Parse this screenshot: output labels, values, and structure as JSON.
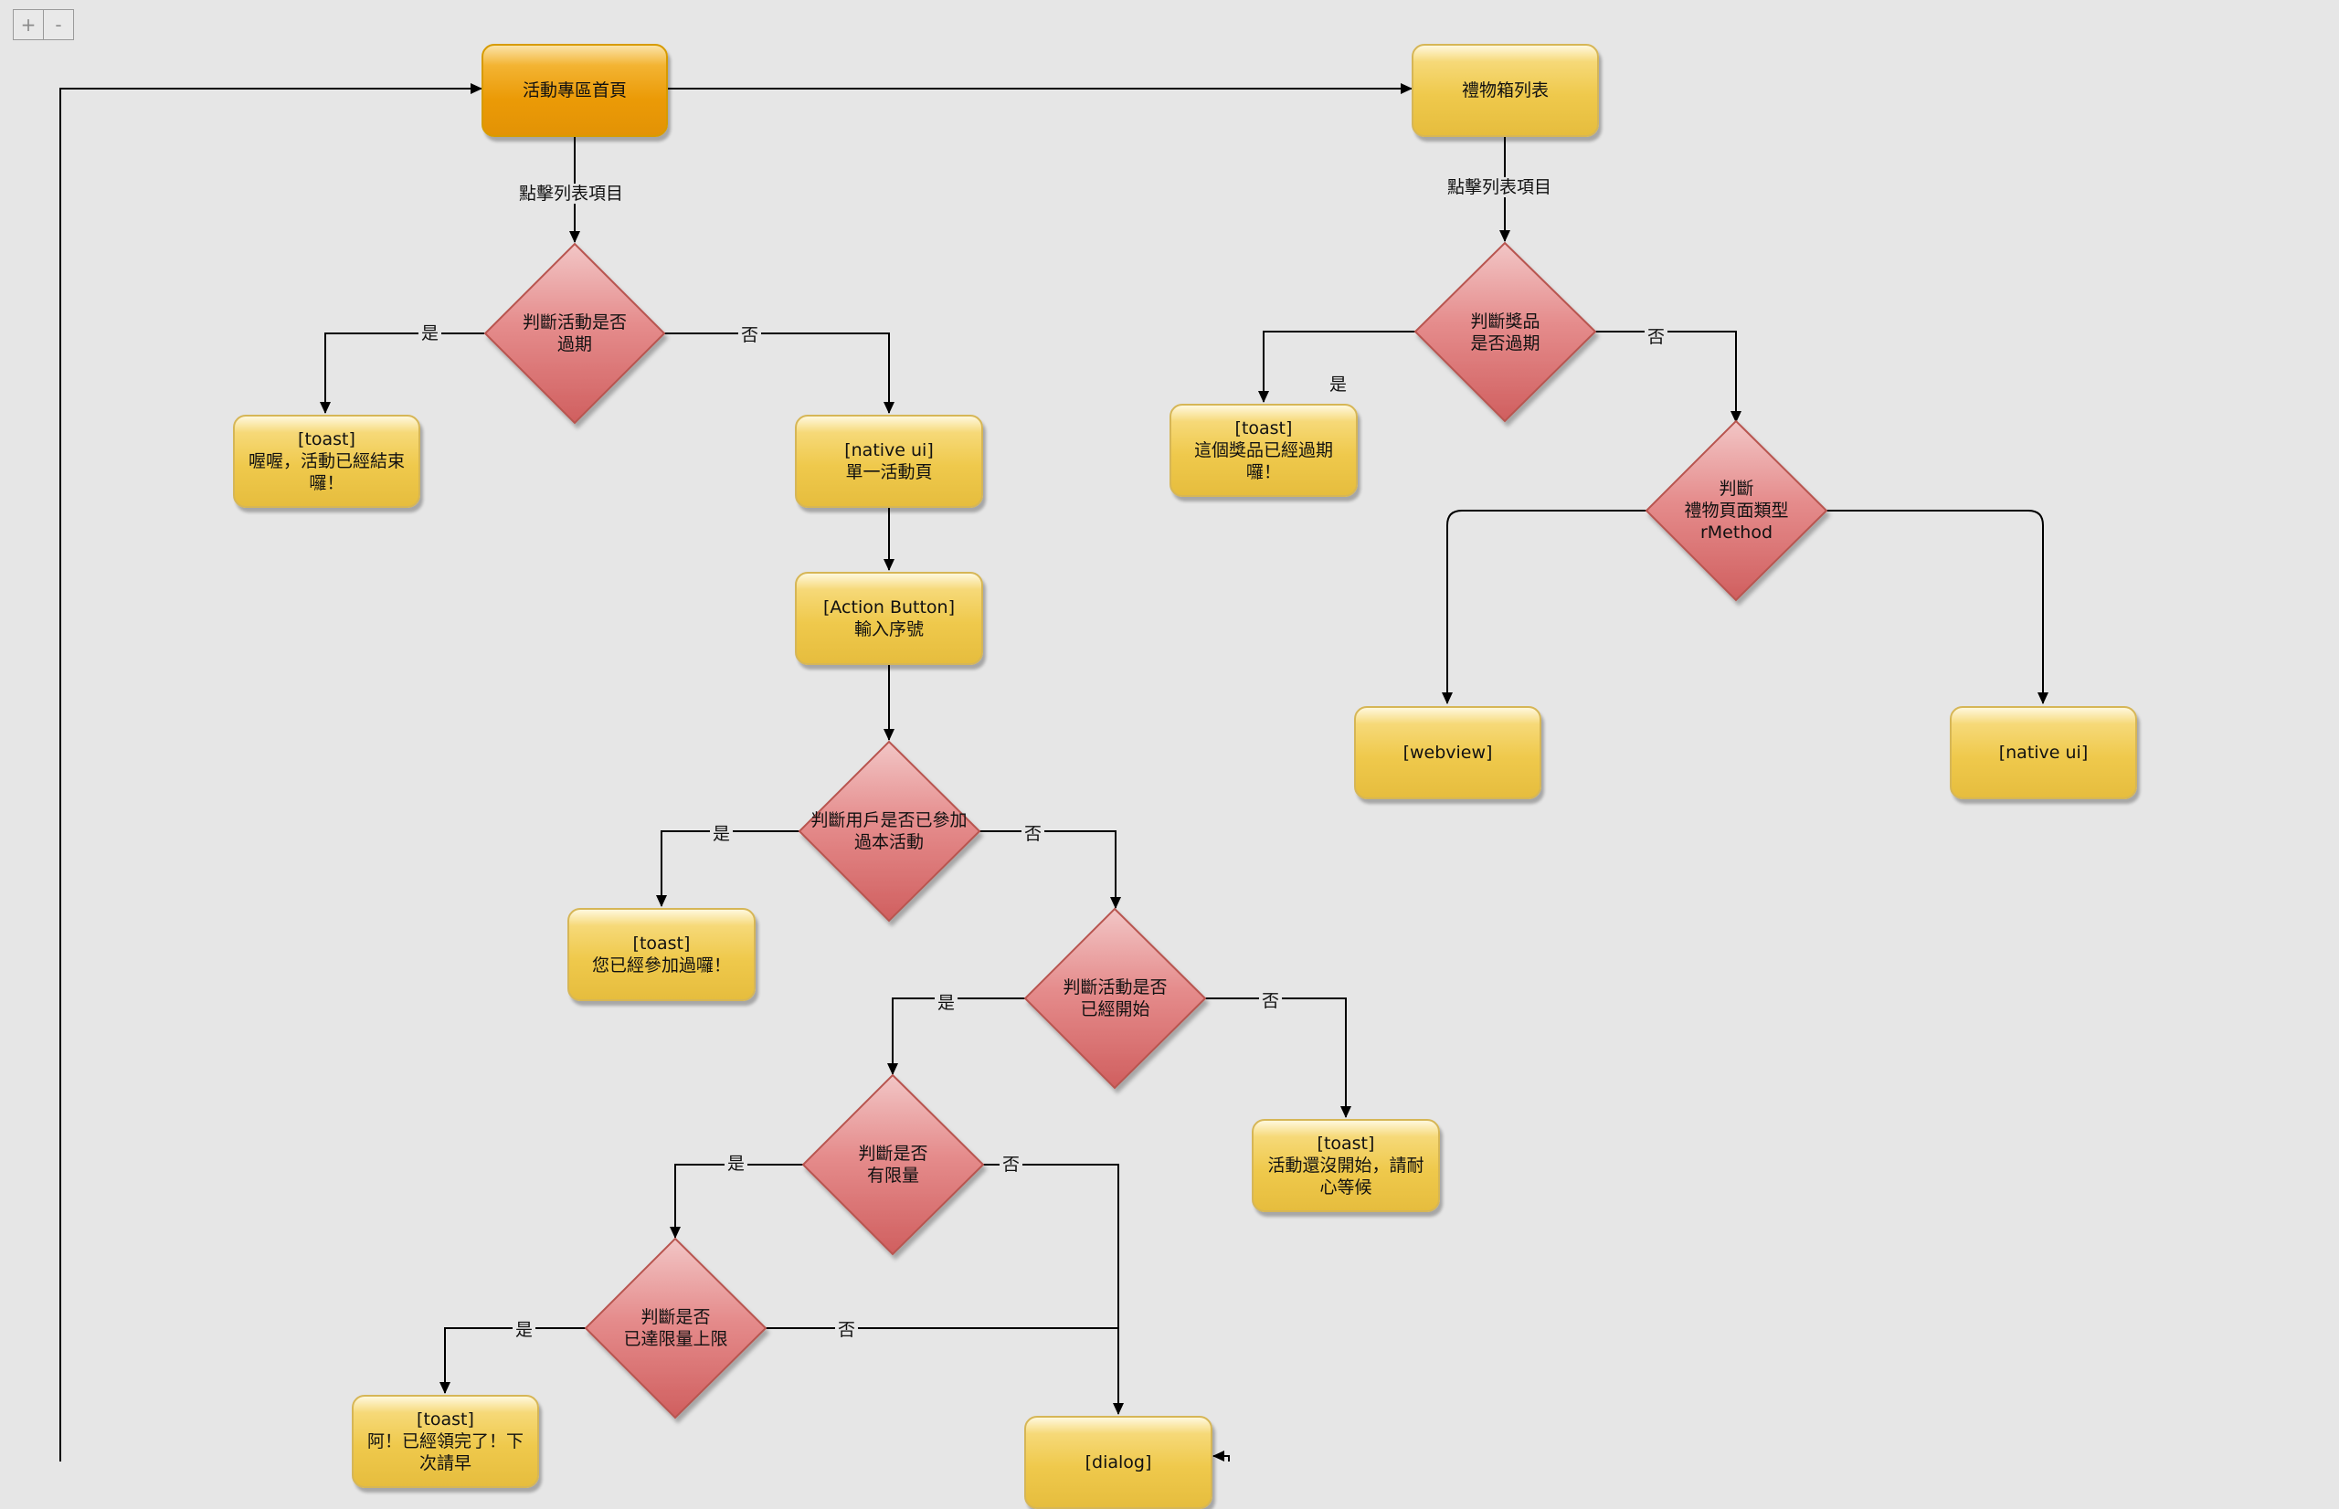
{
  "zoom": {
    "in_label": "+",
    "out_label": "-"
  },
  "nodes": {
    "home": "活動專區首頁",
    "gift_list": "禮物箱列表",
    "toast_ended": "[toast]\n喔喔，活動已經結束\n囉！",
    "single_activity": "[native ui]\n單一活動頁",
    "action_button": "[Action Button]\n輸入序號",
    "toast_joined": "[toast]\n您已經參加過囉！",
    "toast_not_started": "[toast]\n活動還沒開始，請耐\n心等候",
    "toast_sold_out": "[toast]\n阿！已經領完了！下\n次請早",
    "dialog": "[dialog]",
    "toast_prize_expired": "[toast]\n這個獎品已經過期\n囉！",
    "webview": "[webview]",
    "gift_native_ui": "[native ui]"
  },
  "decisions": {
    "activity_expired": "判斷活動是否\n過期",
    "user_joined": "判斷用戶是否已參加\n過本活動",
    "activity_started": "判斷活動是否\n已經開始",
    "has_limit": "判斷是否\n有限量",
    "limit_reached": "判斷是否\n已達限量上限",
    "prize_expired": "判斷獎品\n是否過期",
    "gift_page_type": "判斷\n禮物頁面類型\nrMethod"
  },
  "edge_labels": {
    "click_list_item_left": "點擊列表項目",
    "click_list_item_right": "點擊列表項目",
    "yes": "是",
    "no": "否"
  },
  "colors": {
    "node_fill": "#f2cf5e",
    "node_border": "#d6b656",
    "start_fill": "#eb9a06",
    "decision_fill": "#e07c7c",
    "decision_border": "#b85450",
    "background": "#e6e6e6",
    "line": "#000000"
  }
}
